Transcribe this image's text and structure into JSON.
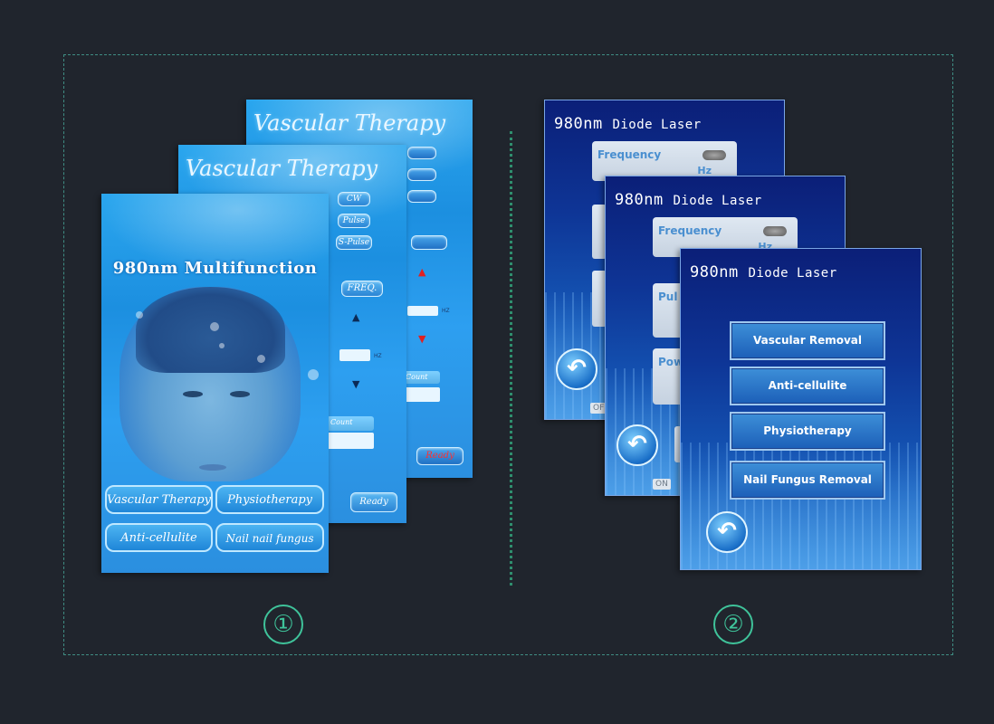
{
  "group1": {
    "badge": "①",
    "back_screen": {
      "title": "Vascular Therapy",
      "buttons": [
        "",
        "",
        ""
      ],
      "freq_label": "",
      "up_arrow": "▲",
      "down_arrow": "▼",
      "hz": "HZ",
      "count_label": "Count",
      "ready_label": "Ready"
    },
    "middle_screen": {
      "title": "Vascular Therapy",
      "mode_buttons": [
        "CW",
        "Pulse",
        "S-Pulse"
      ],
      "freq_label": "FREQ.",
      "up_arrow": "▲",
      "down_arrow": "▼",
      "hz": "HZ",
      "count_label": "Count",
      "ready_label": "Ready"
    },
    "front_screen": {
      "title": "980nm Multifunction",
      "buttons": [
        "Vascular Therapy",
        "Physiotherapy",
        "Anti-cellulite",
        "Nail nail fungus"
      ]
    }
  },
  "group2": {
    "badge": "②",
    "back_screen": {
      "title_main": "980nm",
      "title_sub": "Diode Laser",
      "frequency_label": "Frequency",
      "hz_label": "Hz",
      "off_label": "OF"
    },
    "middle_screen": {
      "title_main": "980nm",
      "title_sub": "Diode Laser",
      "frequency_label": "Frequency",
      "hz_label": "Hz",
      "pulse_label": "Pul",
      "power_label": "Pow",
      "on_label": "ON"
    },
    "front_screen": {
      "title_main": "980nm",
      "title_sub": "Diode Laser",
      "buttons": [
        "Vascular Removal",
        "Anti-cellulite",
        "Physiotherapy",
        "Nail Fungus Removal"
      ]
    }
  },
  "icons": {
    "back": "↶"
  }
}
